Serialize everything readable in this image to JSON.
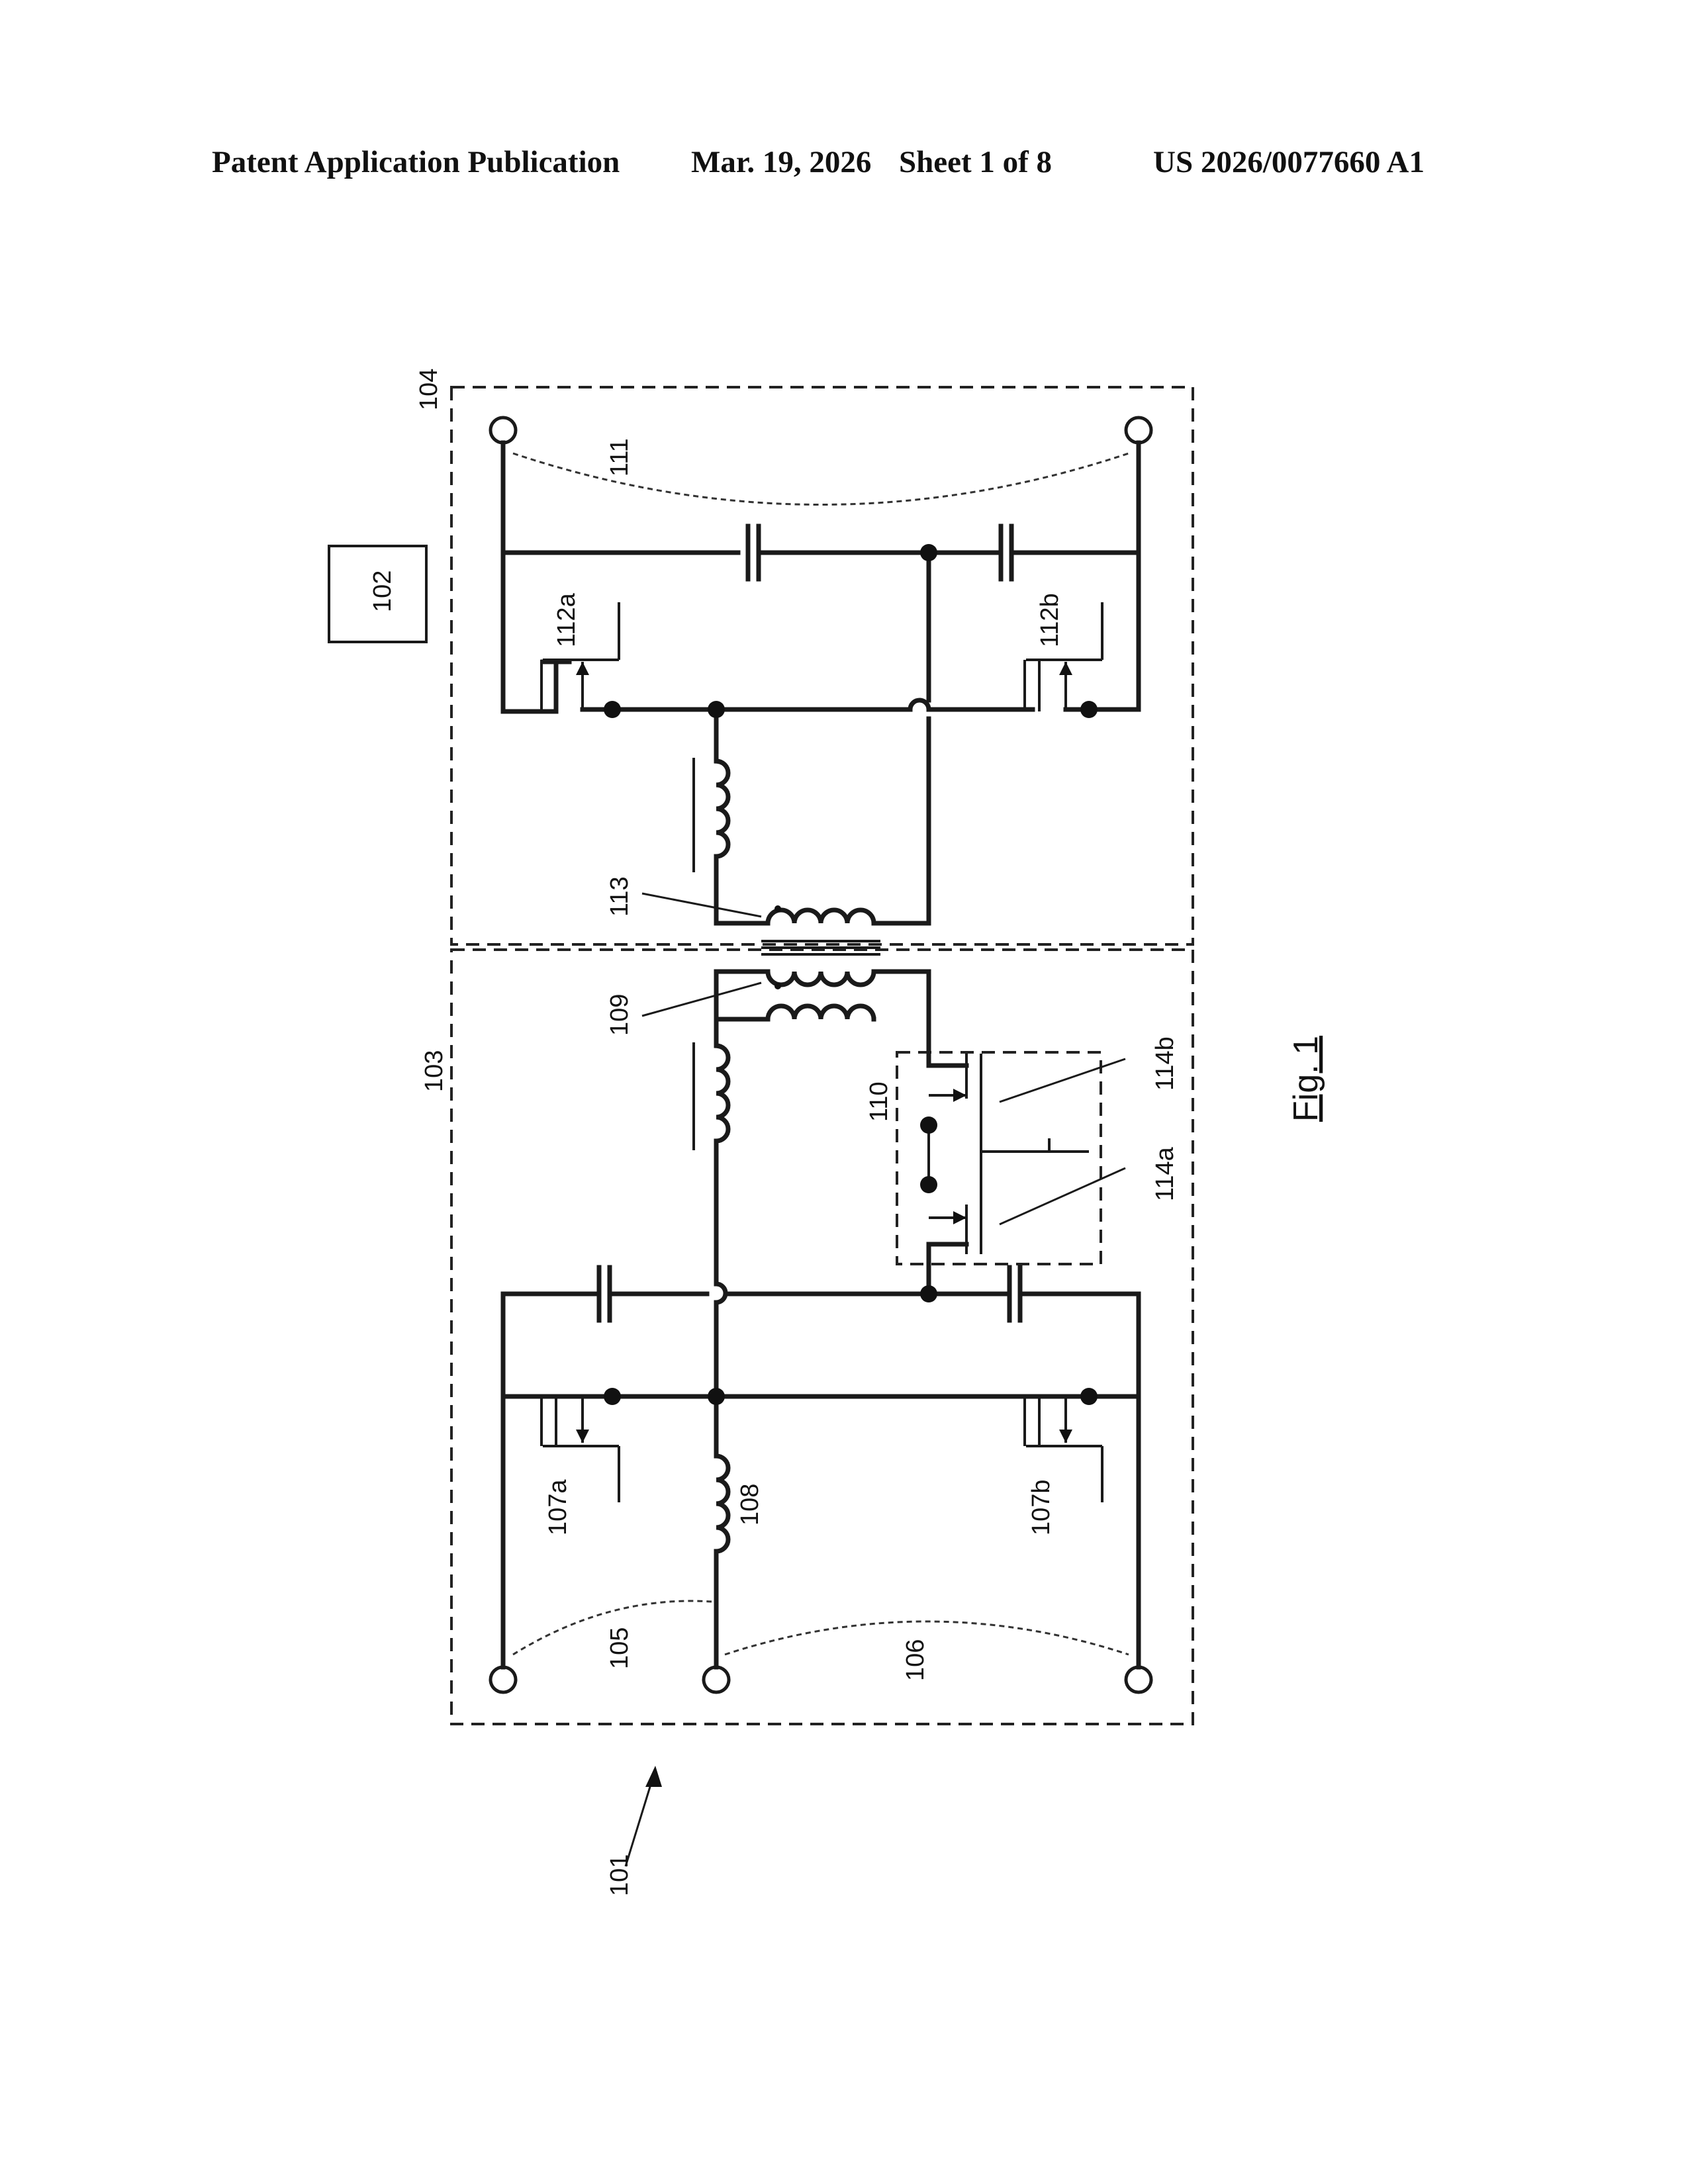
{
  "header": {
    "left": "Patent Application Publication",
    "date": "Mar. 19, 2026",
    "sheet": "Sheet 1 of 8",
    "number": "US 2026/0077660 A1"
  },
  "figure": {
    "title": "Fig. 1",
    "labels": {
      "ref_101": "101",
      "ref_102": "102",
      "ref_103": "103",
      "ref_104": "104",
      "ref_105": "105",
      "ref_106": "106",
      "ref_107a": "107a",
      "ref_107b": "107b",
      "ref_108": "108",
      "ref_109": "109",
      "ref_110": "110",
      "ref_111": "111",
      "ref_112a": "112a",
      "ref_112b": "112b",
      "ref_113": "113",
      "ref_114a": "114a",
      "ref_114b": "114b"
    }
  }
}
